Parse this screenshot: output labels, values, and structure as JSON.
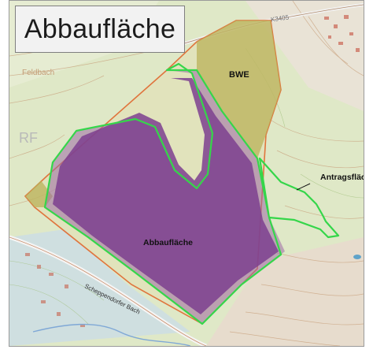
{
  "title": "Abbaufläche",
  "labels": {
    "bwe": "BWE",
    "antragsflaeche": "Antragsfläche",
    "abbauflaeche": "Abbaufläche"
  },
  "map_text": {
    "road_label": "K3405",
    "stream_label": "Scheppendorfer Bach",
    "place_label": "Feldbach",
    "edge_label": "RF"
  },
  "colors": {
    "extraction_fill": "#7d3f8f",
    "application_outline": "#35d64a",
    "boundary_outline": "#e0743d",
    "bwe_fill": "#b9b25a",
    "map_bg": "#dfe8c7"
  }
}
